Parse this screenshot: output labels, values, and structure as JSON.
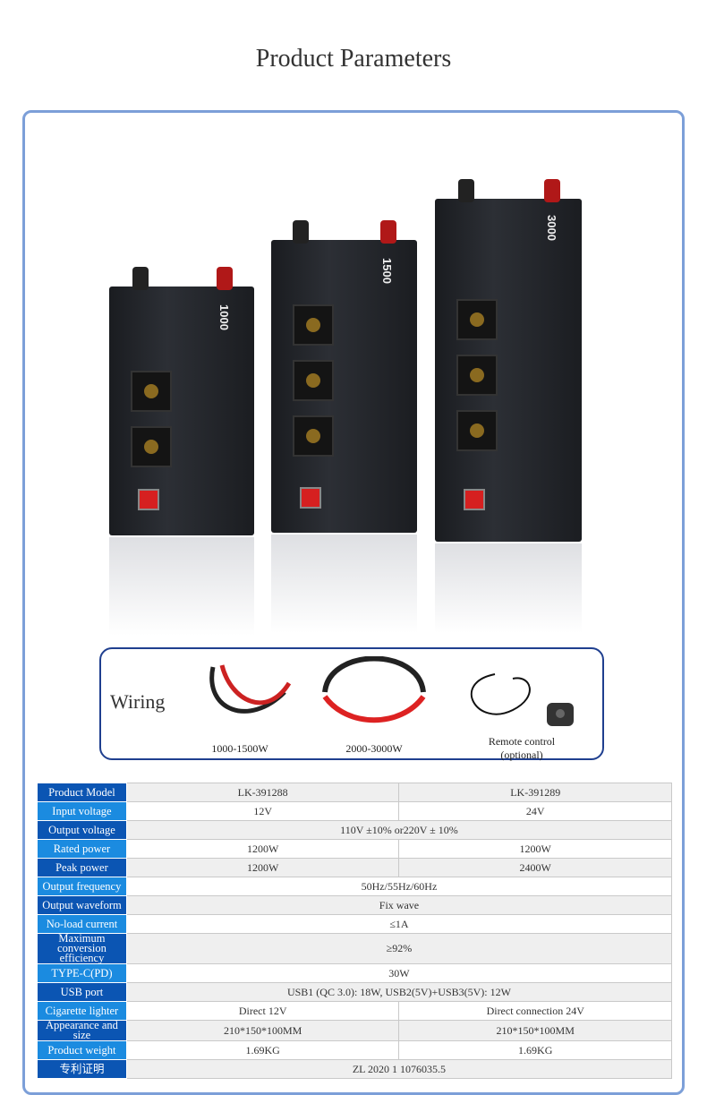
{
  "title": "Product Parameters",
  "products": [
    {
      "watts": "1000"
    },
    {
      "watts": "1500"
    },
    {
      "watts": "3000"
    }
  ],
  "wiring": {
    "label": "Wiring",
    "items": [
      "1000-1500W",
      "2000-3000W",
      "Remote control (optional)"
    ]
  },
  "table": [
    [
      "Product Model",
      "LK-391288",
      "LK-391289"
    ],
    [
      "Input voltage",
      "12V",
      "24V"
    ],
    [
      "Output voltage",
      "110V ±10% or220V ± 10%"
    ],
    [
      "Rated power",
      "1200W",
      "1200W"
    ],
    [
      "Peak power",
      "1200W",
      "2400W"
    ],
    [
      "Output frequency",
      "50Hz/55Hz/60Hz"
    ],
    [
      "Output waveform",
      "Fix wave"
    ],
    [
      "No-load current",
      "≤1A"
    ],
    [
      "Maximum conversion efficiency",
      "≥92%"
    ],
    [
      "TYPE-C(PD)",
      "30W"
    ],
    [
      "USB port",
      "USB1 (QC 3.0): 18W, USB2(5V)+USB3(5V): 12W"
    ],
    [
      "Cigarette lighter",
      "Direct 12V",
      "Direct connection 24V"
    ],
    [
      "Appearance and size",
      "210*150*100MM",
      "210*150*100MM"
    ],
    [
      "Product weight",
      "1.69KG",
      "1.69KG"
    ],
    [
      "专利证明",
      "ZL 2020 1 1076035.5"
    ]
  ],
  "colors": {
    "label_dark": "#0b55b3",
    "label_light": "#1b8be0",
    "frame": "#7c9fd8",
    "wiring_border": "#1f3f8f"
  }
}
